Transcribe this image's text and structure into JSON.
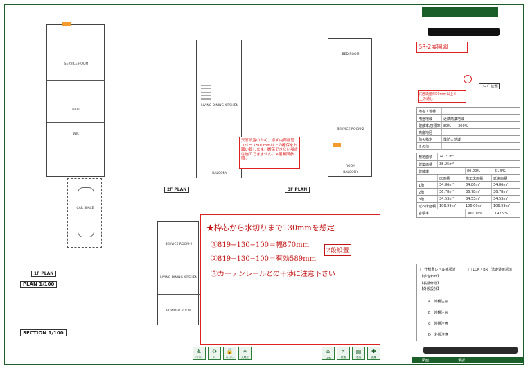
{
  "header": {
    "code": "",
    "title_box": "SR-2展開図",
    "redacted": ""
  },
  "plans": {
    "first": {
      "label": "1F PLAN",
      "scale_label": "PLAN 1/100",
      "rooms": [
        "SERVICE ROOM",
        "HALL",
        "WIC",
        "CAR SPACE"
      ]
    },
    "second": {
      "label": "2F PLAN",
      "rooms": [
        "LIVING DINING KITCHEN",
        "BALCONY"
      ]
    },
    "third": {
      "label": "3F PLAN",
      "rooms": [
        "BED ROOM",
        "SERVICE ROOM-2",
        "ROOM",
        "BALCONY"
      ]
    }
  },
  "section": {
    "label": "SECTION 1/100",
    "rooms": [
      "SERVICE ROOM-2",
      "LIVING DINING KITCHEN",
      "POWDER ROOM"
    ]
  },
  "red_note": {
    "text": "天窓設置のため、必ず内部配管スペース500mm以上の確保をお願い致します。確保できない場合は施工できません。※展開図参照。"
  },
  "hand_notes": {
    "line0": "★枠芯から水切りまで130mmを想定",
    "line1": "①819−130−100＝幅870mm",
    "line2": "②819−130−100＝有効589mm",
    "side": "2段設置",
    "line3": "③カーテンレールとの干渉に注意下さい"
  },
  "diagram": {
    "caption": "内部配管500mm以上※\n上の通し",
    "marker": "ｽﾘｰﾌﾞ 位置"
  },
  "info_table": {
    "rows": [
      {
        "k": "地名・地番",
        "v": ""
      },
      {
        "k": "用途地域",
        "v": "近隣商業地域"
      },
      {
        "k": "建蔽率/容積率",
        "v": "80%　　300%"
      },
      {
        "k": "高度地区",
        "v": ""
      },
      {
        "k": "防火指定",
        "v": "準防火地域"
      },
      {
        "k": "その他",
        "v": ""
      }
    ]
  },
  "area_table": {
    "site_area_label": "敷地面積",
    "site_area": "74.21m²",
    "build_area_label": "建築面積",
    "build_area": "38.25m²",
    "coverage_label": "建蔽率",
    "coverage": "80.00%",
    "coverage_actual": "51.5%",
    "headers": [
      "",
      "床面積",
      "施工床面積",
      "延床面積"
    ],
    "floors": [
      {
        "f": "1階",
        "a": "34.86m²",
        "b": "34.86m²",
        "c": "34.86m²"
      },
      {
        "f": "2階",
        "a": "36.78m²",
        "b": "36.78m²",
        "c": "36.78m²"
      },
      {
        "f": "3階",
        "a": "34.53m²",
        "b": "34.53m²",
        "c": "34.53m²"
      },
      {
        "f": "延べ床面積",
        "a": "106.99m²",
        "b": "106.00m²",
        "c": "106.99m²"
      }
    ],
    "volume_label": "容積率",
    "volume": "300.00%",
    "volume_actual": "142.9%"
  },
  "checklist": {
    "items": [
      "□ 仕様書レベル確認済",
      "□ LDK・BR　法定外確認済"
    ],
    "lines": [
      "【手合わせ】",
      "【長期修繕】",
      "【外観設計】"
    ],
    "fields": [
      "A　外観注意",
      "B　外観注意",
      "C　外観注意",
      "D　外観注意"
    ]
  },
  "icons": [
    {
      "name": "barrier-free",
      "cap": "ﾊﾞﾘｱﾌﾘｰ"
    },
    {
      "name": "eco",
      "cap": "ｴｺ"
    },
    {
      "name": "security",
      "cap": "ｾｷｭﾘﾃｨ"
    },
    {
      "name": "solar",
      "cap": "太陽光"
    },
    {
      "name": "ldk",
      "cap": "LDK"
    },
    {
      "name": "quake",
      "cap": "耐震"
    },
    {
      "name": "storage",
      "cap": "収納"
    },
    {
      "name": "health",
      "cap": "健康"
    }
  ],
  "footer": {
    "left": "図面",
    "center": "承認",
    "right": ""
  }
}
